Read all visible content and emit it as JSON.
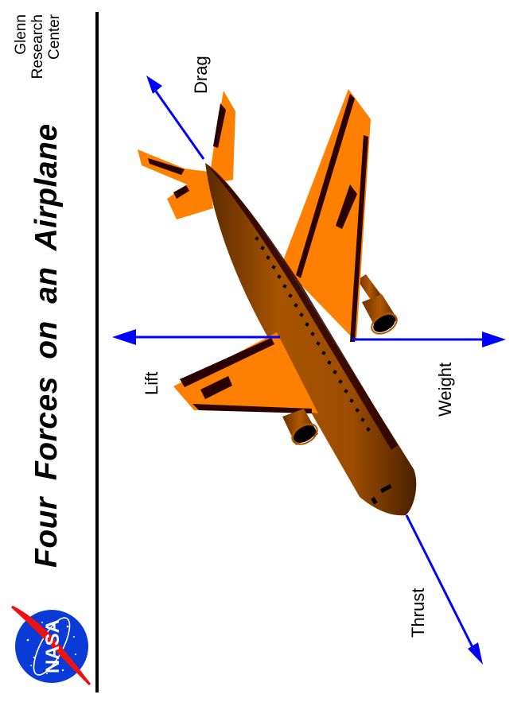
{
  "header": {
    "title": "Four  Forces  on  an  Airplane",
    "organization": {
      "lines": [
        "Glenn",
        "Research",
        "Center"
      ]
    },
    "logo": "nasa-meatball-logo",
    "logo_text": "NASA"
  },
  "diagram": {
    "subject": "airplane",
    "forces": [
      {
        "name": "Drag",
        "label": "Drag",
        "direction": "backward along fuselage (toward tail)"
      },
      {
        "name": "Lift",
        "label": "Lift",
        "direction": "up (perpendicular to flight path)"
      },
      {
        "name": "Weight",
        "label": "Weight",
        "direction": "down (toward earth)"
      },
      {
        "name": "Thrust",
        "label": "Thrust",
        "direction": "forward along fuselage (toward nose)"
      }
    ]
  },
  "colors": {
    "arrow": "#0000ff",
    "wing": "#ff8000",
    "wing_dark": "#2a0000",
    "fuselage": "#a85400",
    "fuselage_dark": "#5a2a00",
    "nasa_blue": "#0b3bd6",
    "nasa_red": "#ee1111",
    "text": "#000000",
    "background": "#ffffff"
  }
}
